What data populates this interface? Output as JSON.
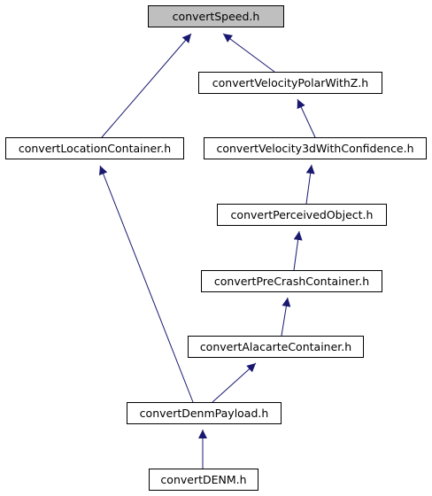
{
  "colors": {
    "edge": "#191970",
    "node_border": "#000000",
    "node_fill": "#ffffff",
    "root_fill": "#bfbfbf"
  },
  "nodes": [
    {
      "id": "convertSpeed",
      "label": "convertSpeed.h",
      "root": true
    },
    {
      "id": "convertVelocityPolarWithZ",
      "label": "convertVelocityPolarWithZ.h"
    },
    {
      "id": "convertLocationContainer",
      "label": "convertLocationContainer.h"
    },
    {
      "id": "convertVelocity3dWithConfidence",
      "label": "convertVelocity3dWithConfidence.h"
    },
    {
      "id": "convertPerceivedObject",
      "label": "convertPerceivedObject.h"
    },
    {
      "id": "convertPreCrashContainer",
      "label": "convertPreCrashContainer.h"
    },
    {
      "id": "convertAlacarteContainer",
      "label": "convertAlacarteContainer.h"
    },
    {
      "id": "convertDenmPayload",
      "label": "convertDenmPayload.h"
    },
    {
      "id": "convertDENM",
      "label": "convertDENM.h"
    }
  ],
  "edges": [
    {
      "from": "convertVelocityPolarWithZ",
      "to": "convertSpeed"
    },
    {
      "from": "convertLocationContainer",
      "to": "convertSpeed"
    },
    {
      "from": "convertVelocity3dWithConfidence",
      "to": "convertVelocityPolarWithZ"
    },
    {
      "from": "convertPerceivedObject",
      "to": "convertVelocity3dWithConfidence"
    },
    {
      "from": "convertPreCrashContainer",
      "to": "convertPerceivedObject"
    },
    {
      "from": "convertAlacarteContainer",
      "to": "convertPreCrashContainer"
    },
    {
      "from": "convertDenmPayload",
      "to": "convertLocationContainer"
    },
    {
      "from": "convertDenmPayload",
      "to": "convertAlacarteContainer"
    },
    {
      "from": "convertDENM",
      "to": "convertDenmPayload"
    }
  ]
}
